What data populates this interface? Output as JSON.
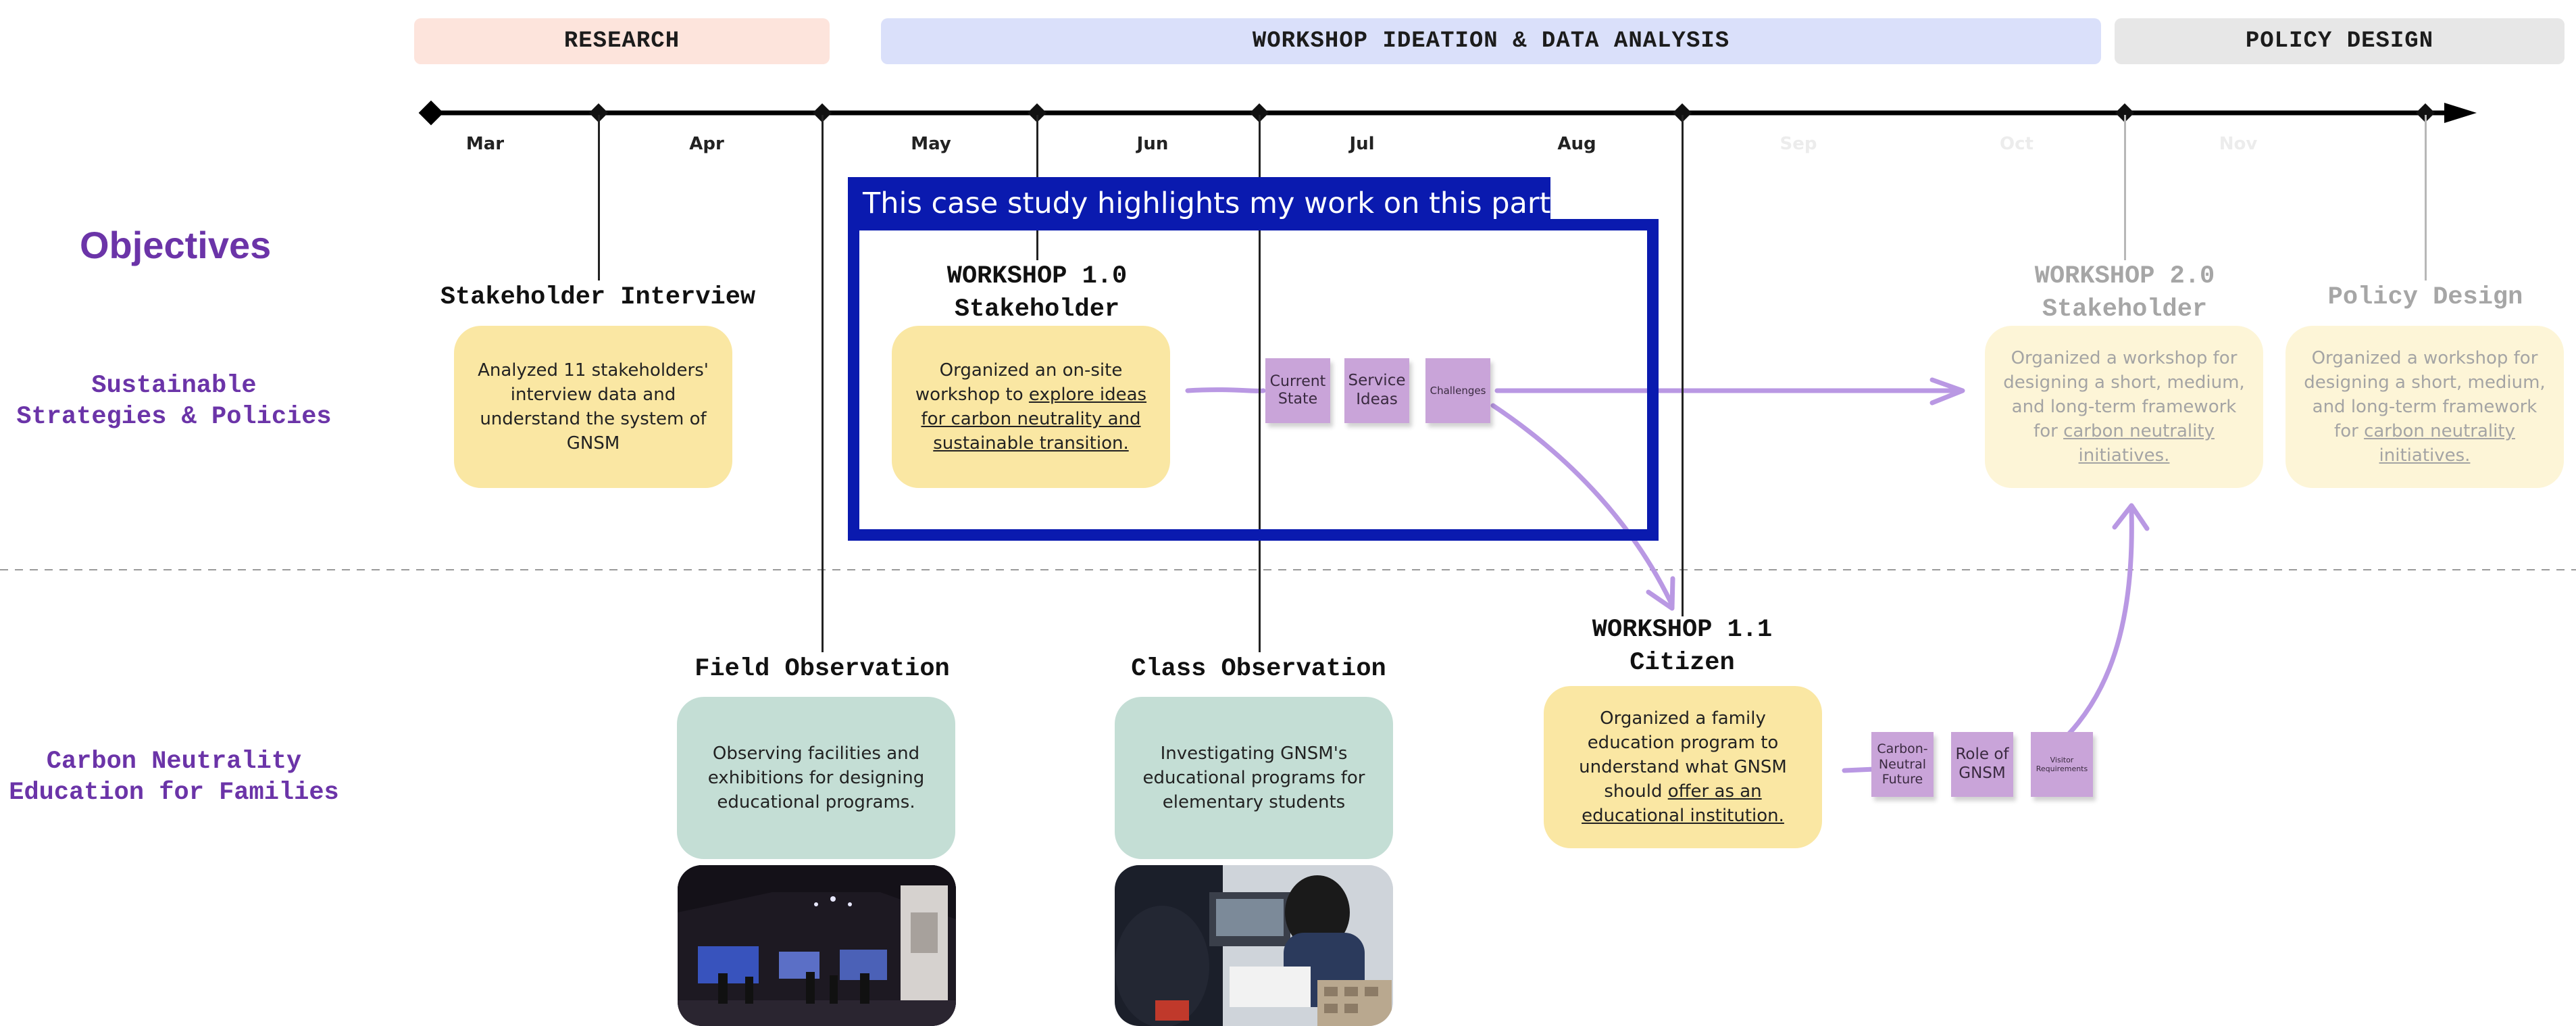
{
  "phases": [
    {
      "label": "RESEARCH",
      "color": "#fde4dc"
    },
    {
      "label": "WORKSHOP IDEATION & DATA ANALYSIS",
      "color": "#dae0fa"
    },
    {
      "label": "POLICY DESIGN",
      "color": "#e7e7e7"
    }
  ],
  "months": [
    "Mar",
    "Apr",
    "May",
    "Jun",
    "Jul",
    "Aug",
    "Sep",
    "Oct",
    "Nov"
  ],
  "objectives_label": "Objectives",
  "lanes": {
    "top": "Sustainable\nStrategies & Policies",
    "bottom": "Carbon Neutrality\nEducation for Families"
  },
  "highlight": {
    "caption": "This case study highlights my work on this part.",
    "color": "#0a1aaf"
  },
  "stages": {
    "stakeholder_interview": {
      "title": "Stakeholder Interview",
      "desc": "Analyzed 11 stakeholders' interview data and understand the system of GNSM"
    },
    "workshop_1_0": {
      "title": "WORKSHOP 1.0\nStakeholder",
      "desc_plain": "Organized an on-site workshop to ",
      "desc_underlined": "explore ideas for carbon neutrality and sustainable transition."
    },
    "workshop_2_0": {
      "title": "WORKSHOP 2.0\nStakeholder",
      "desc_plain": "Organized a workshop for designing a short, medium, and long-term framework for ",
      "desc_underlined": "carbon neutrality initiatives."
    },
    "policy_design": {
      "title": "Policy Design",
      "desc_plain": "Organized a workshop for designing a short, medium, and long-term framework for ",
      "desc_underlined": "carbon neutrality initiatives."
    },
    "field_observation": {
      "title": "Field Observation",
      "desc": "Observing facilities and exhibitions for designing educational programs."
    },
    "class_observation": {
      "title": "Class Observation",
      "desc": "Investigating GNSM's educational programs for elementary students"
    },
    "workshop_1_1": {
      "title": "WORKSHOP 1.1\nCitizen",
      "desc_plain": "Organized a family education program to understand what GNSM should ",
      "desc_underlined": "offer as an educational institution."
    }
  },
  "stickies_top": [
    "Current State",
    "Service Ideas",
    "Challenges"
  ],
  "stickies_bottom": [
    "Carbon-Neutral Future",
    "Role of GNSM",
    "Visitor Requirements"
  ],
  "colors": {
    "purple_text": "#6b34a8",
    "sticky": "#c9a4d9",
    "arrow": "#b998e3",
    "card_yellow": "#fae7a3",
    "card_green": "#c4ded5"
  }
}
